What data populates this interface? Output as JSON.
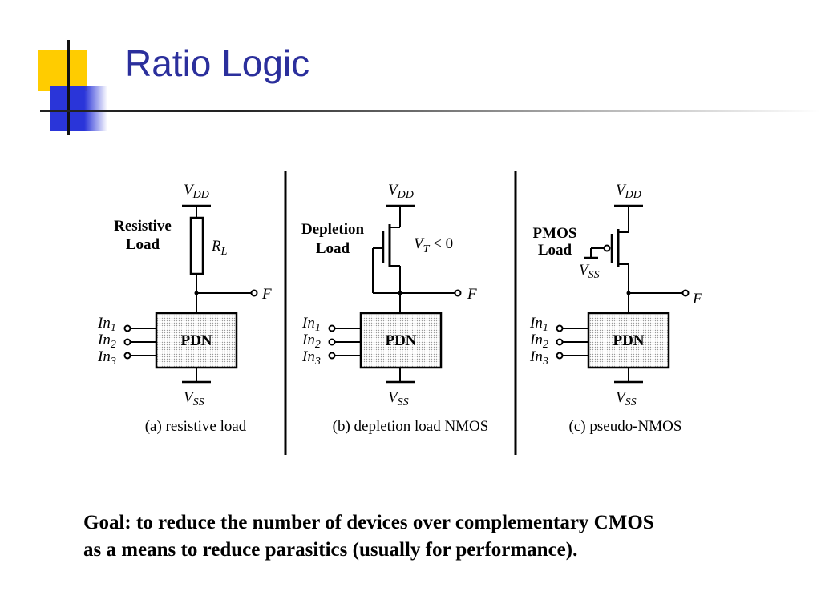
{
  "slide": {
    "title": "Ratio Logic",
    "goal_lines": [
      "Goal: to reduce the number of devices over complementary CMOS",
      "as a means to reduce parasitics (usually for performance)."
    ]
  },
  "diagram": {
    "vdd_main": "V",
    "vdd_sub": "DD",
    "vss_main": "V",
    "vss_sub": "SS",
    "output_label": "F",
    "block_label": "PDN",
    "input_main": "In",
    "input_subs": [
      "1",
      "2",
      "3"
    ],
    "panels": [
      {
        "caption": "(a) resistive load",
        "load_label_lines": [
          "Resistive",
          "Load"
        ],
        "component_main": "R",
        "component_sub": "L"
      },
      {
        "caption": "(b) depletion load NMOS",
        "load_label_lines": [
          "Depletion",
          "Load"
        ],
        "vt_main": "V",
        "vt_sub": "T",
        "vt_rest": " < 0"
      },
      {
        "caption": "(c) pseudo-NMOS",
        "load_label_lines": [
          "PMOS",
          "Load"
        ],
        "gate_main": "V",
        "gate_sub": "SS"
      }
    ]
  }
}
